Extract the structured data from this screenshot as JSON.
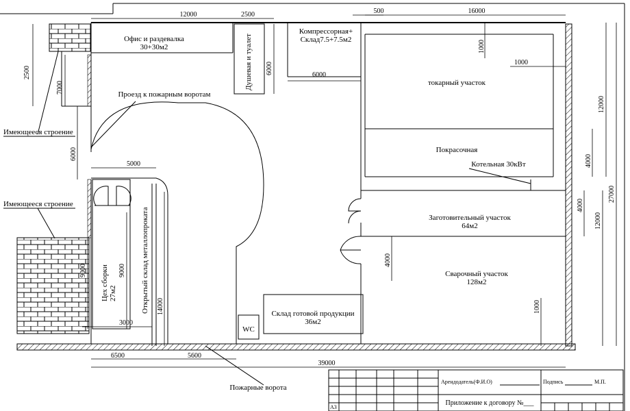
{
  "rooms": {
    "office": "Офис и раздевалка",
    "office_area": "30+30м2",
    "shower": "Душевая и туалет",
    "compressor": "Компрессорная+",
    "compressor_area": "Склад7.5+7.5м2",
    "turning": "токарный участок",
    "painting": "Покрасочная",
    "boiler": "Котельная 30кВт",
    "blank": "Заготовительный участок",
    "blank_area": "64м2",
    "welding": "Сварочный участок",
    "welding_area": "128м2",
    "warehouse": "Склад готовой продукции",
    "warehouse_area": "36м2",
    "assembly": "Цех сборки",
    "assembly_area": "27м2",
    "open_storage": "Открытый склад металлопроката",
    "wc": "WC",
    "passage": "Проезд к пожарным воротам",
    "fire_gates": "Пожарные ворота",
    "existing_1": "Имеющееся строение",
    "existing_2": "Имеющееся строение"
  },
  "dims": {
    "top_12000": "12000",
    "top_2500": "2500",
    "top_500": "500",
    "top_16000": "16000",
    "left_2500": "2500",
    "left_7000": "7000",
    "shower_6000": "6000",
    "compressor_6000": "6000",
    "comp_1000": "1000",
    "right_1000": "1000",
    "right_12000_a": "12000",
    "paint_4000": "4000",
    "right_27000": "27000",
    "right_4000": "4000",
    "right_12000_b": "12000",
    "weld_4000": "4000",
    "bottom_1000": "1000",
    "left_6000": "6000",
    "dim_5000": "5000",
    "left_9000": "9000",
    "assembly_9000": "9000",
    "storage_14000": "14000",
    "dim_3000": "3000",
    "bottom_6500": "6500",
    "bottom_5600": "5600",
    "bottom_39000": "39000"
  },
  "stamp": {
    "landlord": "Арендодатель(Ф.И.О)",
    "signature": "Подпись",
    "seal": "М.П.",
    "appendix": "Приложение к договору №___",
    "sheet": "А3"
  }
}
